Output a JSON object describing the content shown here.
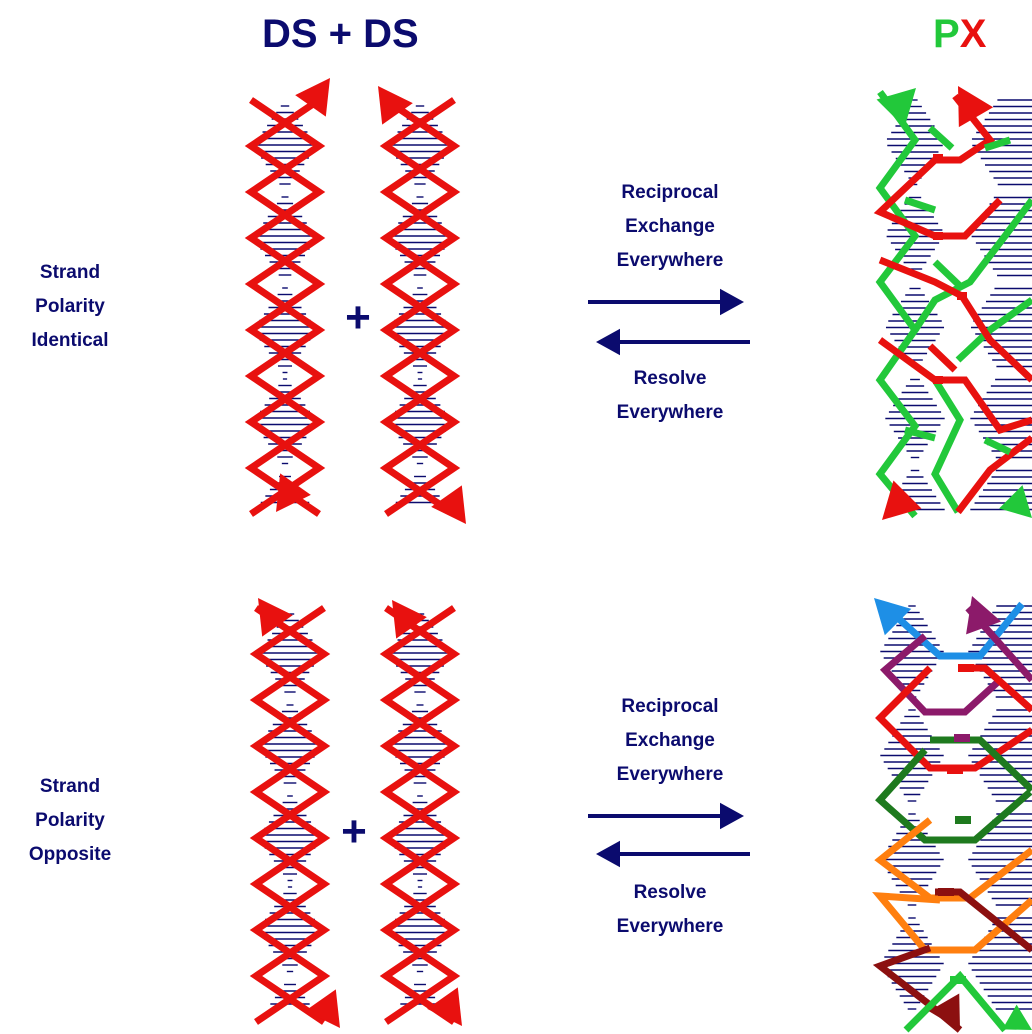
{
  "header": {
    "left_title": "DS + DS",
    "right_title_part1": "P",
    "right_title_part2": "X"
  },
  "colors": {
    "navy": "#0b0b6e",
    "red": "#e8110f",
    "green": "#22c83a",
    "blue": "#1e8fe6",
    "purple": "#8c1a6a",
    "dark_green": "#1e7a1e",
    "orange": "#ff7f0f",
    "maroon": "#8c1010"
  },
  "top_row": {
    "side_label": [
      "Strand",
      "Polarity",
      "Identical"
    ],
    "plus": "+",
    "forward_label": [
      "Reciprocal",
      "Exchange",
      "Everywhere"
    ],
    "reverse_label": [
      "Resolve",
      "Everywhere"
    ]
  },
  "bottom_row": {
    "side_label": [
      "Strand",
      "Polarity",
      "Opposite"
    ],
    "plus": "+",
    "forward_label": [
      "Reciprocal",
      "Exchange",
      "Everywhere"
    ],
    "reverse_label": [
      "Resolve",
      "Everywhere"
    ]
  }
}
